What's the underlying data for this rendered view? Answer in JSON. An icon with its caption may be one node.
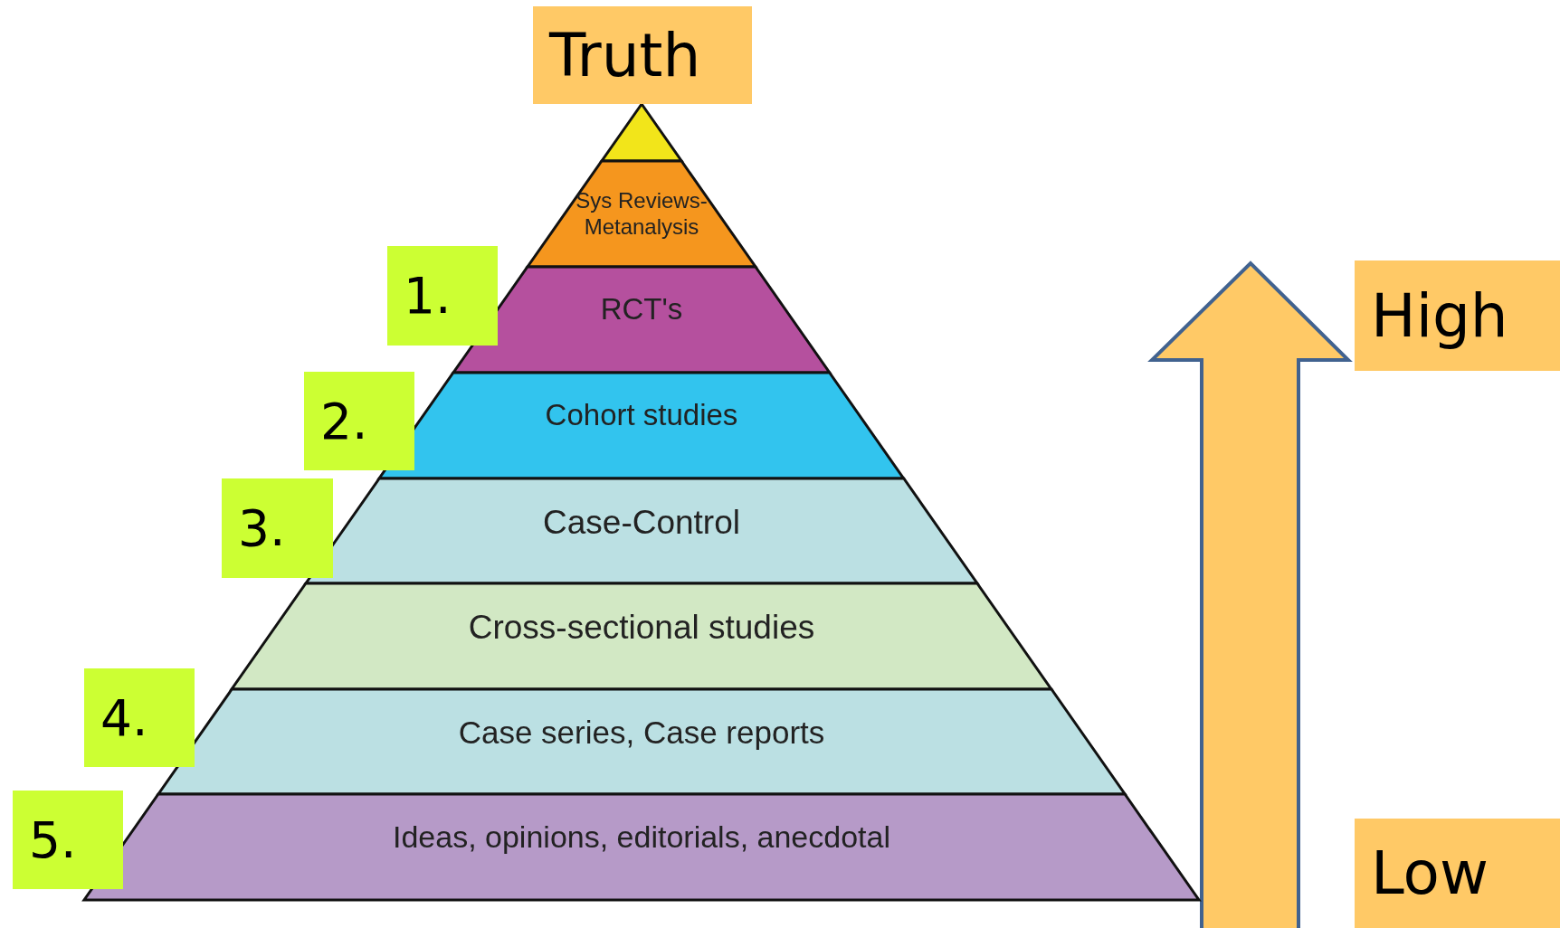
{
  "diagram": {
    "nodes": [
      {
        "text": [
          "Truth"
        ]
      },
      {
        "text": [],
        "shape": "triangle"
      },
      {
        "text": [
          "Sys Reviews- Metanalysis"
        ]
      },
      {
        "text": [
          "RCT's"
        ]
      },
      {
        "text": [
          "Cohort studies"
        ]
      },
      {
        "text": [
          "Case-Control"
        ]
      },
      {
        "text": [
          "Cross-sectional studies"
        ]
      },
      {
        "text": [
          "Case series, Case reports"
        ]
      },
      {
        "text": [
          "Ideas, opinions, editorials, anecdotal"
        ]
      },
      {
        "text": [
          "1."
        ]
      },
      {
        "text": [
          "2."
        ]
      },
      {
        "text": [
          "3."
        ]
      },
      {
        "text": [
          "4."
        ]
      },
      {
        "text": [
          "5."
        ]
      },
      {
        "text": [
          "High"
        ]
      },
      {
        "text": [
          "Low"
        ]
      }
    ],
    "edges": []
  }
}
